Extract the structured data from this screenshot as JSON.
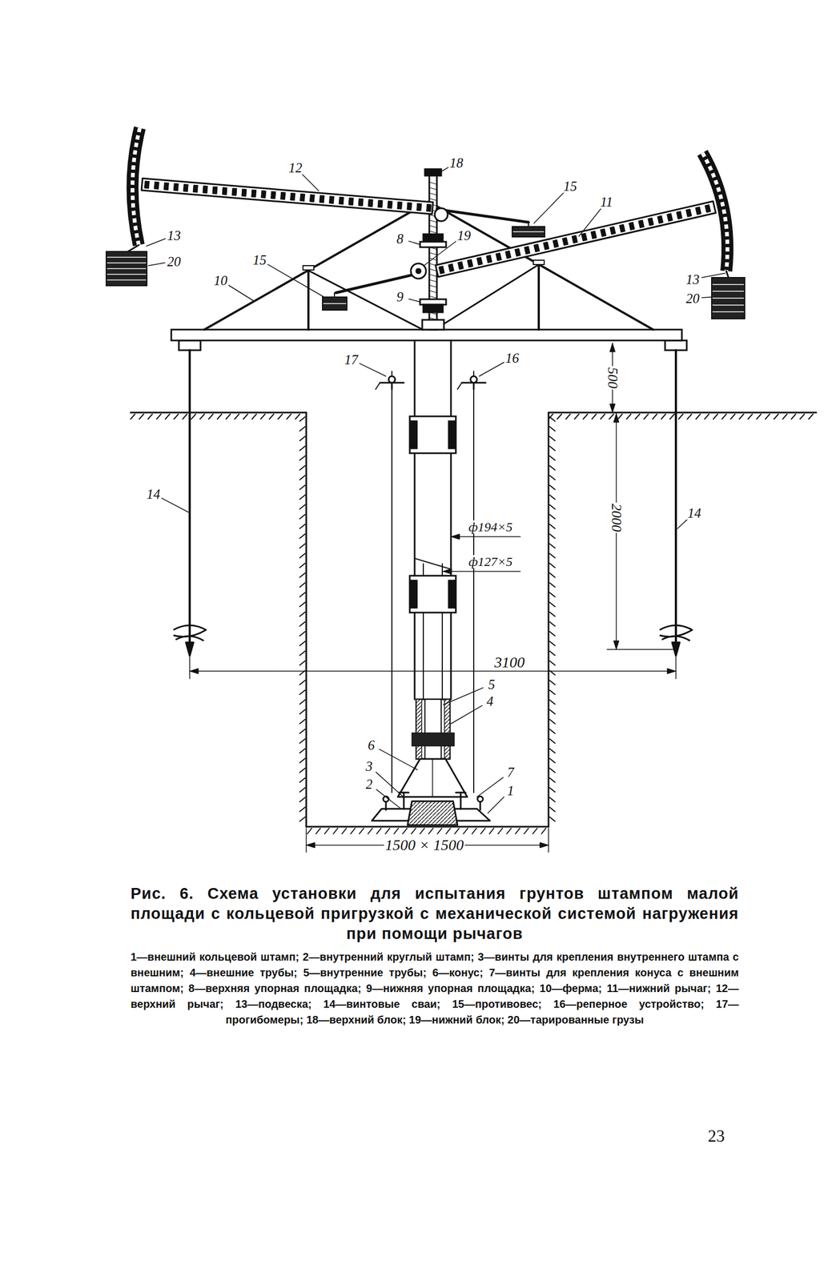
{
  "diagram": {
    "caption": "Рис. 6. Схема установки для испытания грунтов штампом малой площади с кольцевой пригрузкой с механической системой нагружения при помощи рычагов",
    "labels": [
      "12",
      "18",
      "15",
      "11",
      "13",
      "20",
      "15",
      "10",
      "8",
      "19",
      "9",
      "13",
      "20",
      "17",
      "16",
      "500",
      "2000",
      "14",
      "14",
      "ф194×5",
      "ф127×5",
      "3100",
      "5",
      "4",
      "6",
      "3",
      "2",
      "7",
      "1",
      "1500 × 1500",
      "1—внешний кольцевой штамп; 2—внутренний круглый штамп; 3—винты для крепления внутреннего штампа с внешним; 4—внешние трубы; 5—внутренние трубы; 6—конус; 7—винты для крепления конуса с внешним штампом; 8—верхняя упорная площадка; 9—нижняя упорная площадка; 10—ферма; 11—нижний рычаг; 12—верхний рычаг; 13—подвеска; 14—винтовые сваи; 15—противовес; 16—реперное устройство; 17—прогибомеры; 18—верхний блок; 19—нижний блок; 20—тарированные грузы",
      "23"
    ]
  }
}
